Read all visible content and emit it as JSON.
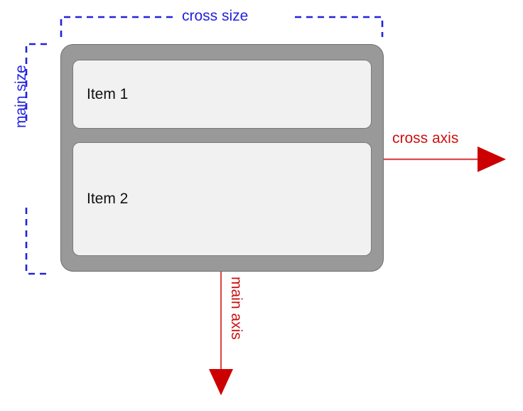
{
  "diagram": {
    "title": "Flexbox column layout axes diagram",
    "container": {
      "name": "flex-container",
      "items": [
        {
          "label": "Item 1"
        },
        {
          "label": "Item 2"
        }
      ]
    },
    "annotations": {
      "cross_size": "cross size",
      "main_size": "main size",
      "cross_axis": "cross axis",
      "main_axis": "main axis"
    },
    "colors": {
      "measure_blue": "#2222dd",
      "axis_red_line": "#dd4b4b",
      "axis_red_arrow": "#cc0000",
      "axis_label_red": "#cc1111",
      "container_fill": "#999999",
      "container_stroke": "#6e6e6e",
      "item_fill": "#f1f1f1",
      "item_stroke": "#7a7a7a",
      "background": "#ffffff",
      "text_dark": "#111111"
    }
  }
}
